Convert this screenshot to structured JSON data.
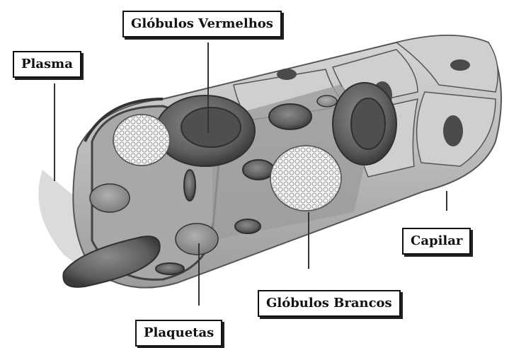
{
  "labels": {
    "plasma": "Plasma",
    "red_cells": "Glóbulos Vermelhos",
    "capillary": "Capilar",
    "white_cells": "Glóbulos Brancos",
    "platelets": "Plaquetas"
  },
  "colors": {
    "leader_line": "#333333",
    "vessel_wall": "#b9b9b9",
    "red_cell": "#6d6d6d",
    "white_cell": "#f2f2f2",
    "platelet": "#9a9a9a"
  }
}
